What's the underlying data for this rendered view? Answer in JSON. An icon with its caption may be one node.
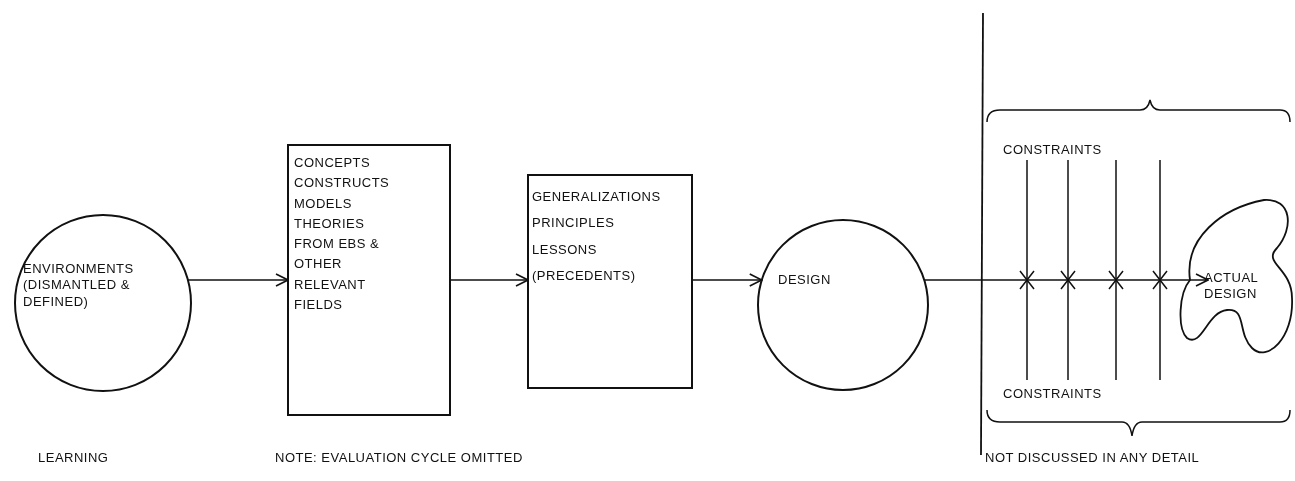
{
  "diagram": {
    "nodes": [
      {
        "text": [
          "ENVIRONMENTS (DISMANTLED & DEFINED)"
        ]
      },
      {
        "text": [
          "CONCEPTS",
          "CONSTRUCTS",
          "MODELS",
          "THEORIES",
          "FROM EBS &",
          "OTHER",
          "RELEVANT",
          "FIELDS"
        ]
      },
      {
        "text": [
          "GENERALIZATIONS",
          "PRINCIPLES",
          "LESSONS",
          "(PRECEDENTS)"
        ]
      },
      {
        "text": [
          "DESIGN"
        ]
      },
      {
        "text": [
          "ACTUAL DESIGN"
        ]
      }
    ],
    "edges": [
      {
        "from": 0,
        "to": 1,
        "arrow": "to"
      },
      {
        "from": 1,
        "to": 2,
        "arrow": "to"
      },
      {
        "from": 2,
        "to": 3,
        "arrow": "to"
      },
      {
        "from": 3,
        "to": 4,
        "arrow": "to"
      }
    ],
    "labels": [
      "CONSTRAINTS",
      "CONSTRAINTS",
      "LEARNING",
      "NOTE: EVALUATION CYCLE OMITTED",
      "NOT DISCUSSED IN ANY DETAIL"
    ]
  }
}
